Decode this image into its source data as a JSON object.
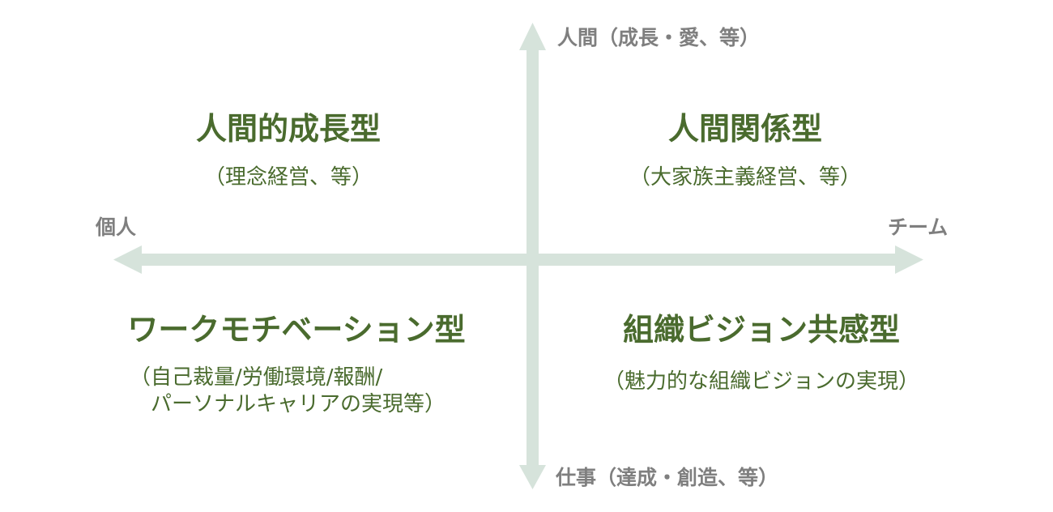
{
  "axis": {
    "top": "人間（成長・愛、等）",
    "bottom": "仕事（達成・創造、等）",
    "left": "個人",
    "right": "チーム"
  },
  "quadrants": {
    "top_left": {
      "title": "人間的成長型",
      "subtitle": "（理念経営、等）"
    },
    "top_right": {
      "title": "人間関係型",
      "subtitle": "（大家族主義経営、等）"
    },
    "bottom_left": {
      "title": "ワークモチベーション型",
      "subtitle_line1": "（自己裁量/労働環境/報酬/",
      "subtitle_line2": "パーソナルキャリアの実現等）"
    },
    "bottom_right": {
      "title": "組織ビジョン共感型",
      "subtitle": "（魅力的な組織ビジョンの実現）"
    }
  },
  "colors": {
    "axis_arrow": "#d6e3db",
    "axis_label": "#7f7f7f",
    "quadrant_text": "#4a6b2e"
  }
}
